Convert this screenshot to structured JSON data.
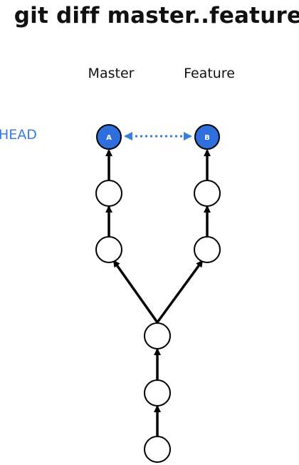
{
  "diagram": {
    "title": "git diff master..feature",
    "branches": {
      "master_label": "Master",
      "feature_label": "Feature"
    },
    "head_label": "HEAD",
    "commits": {
      "master_tip": "A",
      "feature_tip": "B"
    },
    "colors": {
      "highlight": "#3b7ddd",
      "node_fill": "#2f6fdd",
      "stroke": "#000000"
    }
  }
}
